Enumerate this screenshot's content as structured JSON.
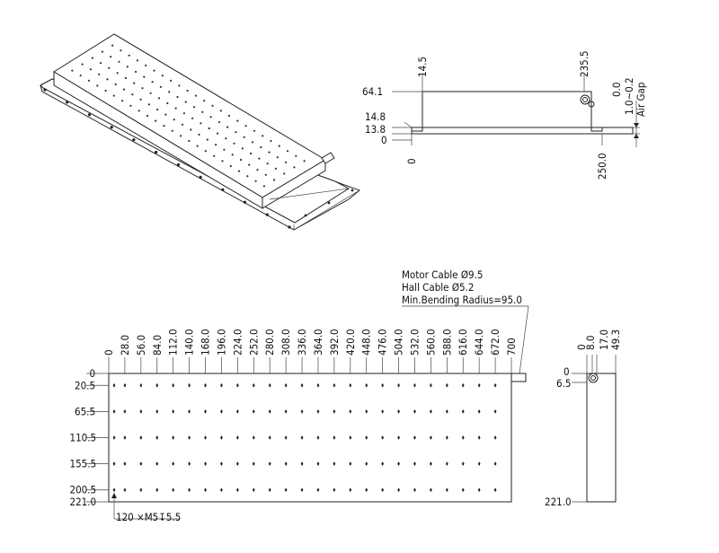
{
  "side_view": {
    "top_labels": [
      "14.5",
      "235.5"
    ],
    "left_labels": [
      "64.1",
      "14.8",
      "13.8",
      "0"
    ],
    "bottom_labels": [
      "0",
      "250.0"
    ],
    "right_labels": [
      "0.0",
      "1.0~0.2",
      "Air Gap"
    ]
  },
  "cable_note": {
    "lines": [
      "Motor Cable Ø9.5",
      "Hall Cable Ø5.2",
      "Min.Bending Radius=95.0"
    ]
  },
  "top_view": {
    "x_labels": [
      "0",
      "28.0",
      "56.0",
      "84.0",
      "112.0",
      "140.0",
      "168.0",
      "196.0",
      "224.0",
      "252.0",
      "280.0",
      "308.0",
      "336.0",
      "364.0",
      "392.0",
      "420.0",
      "448.0",
      "476.0",
      "504.0",
      "532.0",
      "560.0",
      "588.0",
      "616.0",
      "644.0",
      "672.0",
      "700"
    ],
    "y_labels": [
      "0",
      "20.5",
      "65.5",
      "110.5",
      "155.5",
      "200.5",
      "221.0"
    ],
    "hole_note": "120 ×M5↧5.5"
  },
  "end_view": {
    "top_labels": [
      "0",
      "8.0",
      "17.0",
      "49.3"
    ],
    "left_labels": [
      "0",
      "6.5",
      "221.0"
    ]
  }
}
